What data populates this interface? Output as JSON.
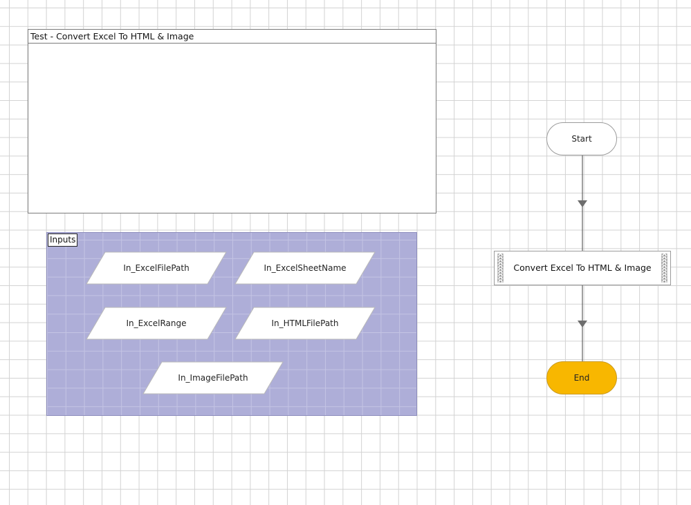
{
  "sequence": {
    "title": "Test - Convert Excel To HTML & Image"
  },
  "inputs_group": {
    "label": "Inputs",
    "arguments": [
      "In_ExcelFilePath",
      "In_ExcelSheetName",
      "In_ExcelRange",
      "In_HTMLFilePath",
      "In_ImageFilePath"
    ]
  },
  "flowchart": {
    "start_label": "Start",
    "activity_label": "Convert Excel To HTML & Image",
    "end_label": "End"
  },
  "colors": {
    "group_fill": "#aeaed8",
    "end_fill": "#f8b700",
    "connector": "#6d6d6d"
  }
}
